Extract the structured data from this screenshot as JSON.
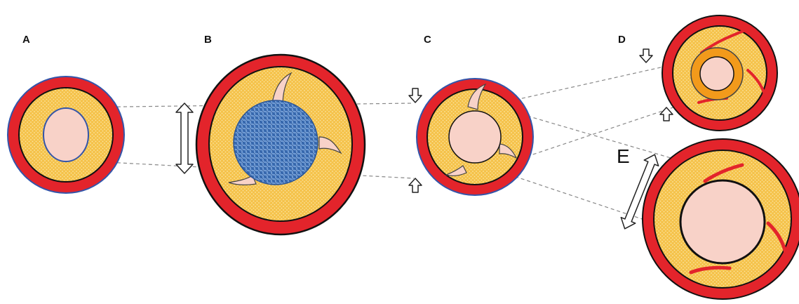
{
  "labels": {
    "a": "A",
    "b": "B",
    "c": "C",
    "d": "D",
    "e": "E"
  },
  "colors": {
    "adventitia": "#e3242b",
    "media": "#f5c24a",
    "media_dots": "#fbe4a0",
    "lumen": "#f8d2c8",
    "implant": "#3f72b8",
    "neointima": "#f29a1b",
    "outline": "#111111",
    "guide_line": "#888888"
  },
  "icons": [
    "double-arrow-icon",
    "down-arrow-icon",
    "up-arrow-icon"
  ]
}
